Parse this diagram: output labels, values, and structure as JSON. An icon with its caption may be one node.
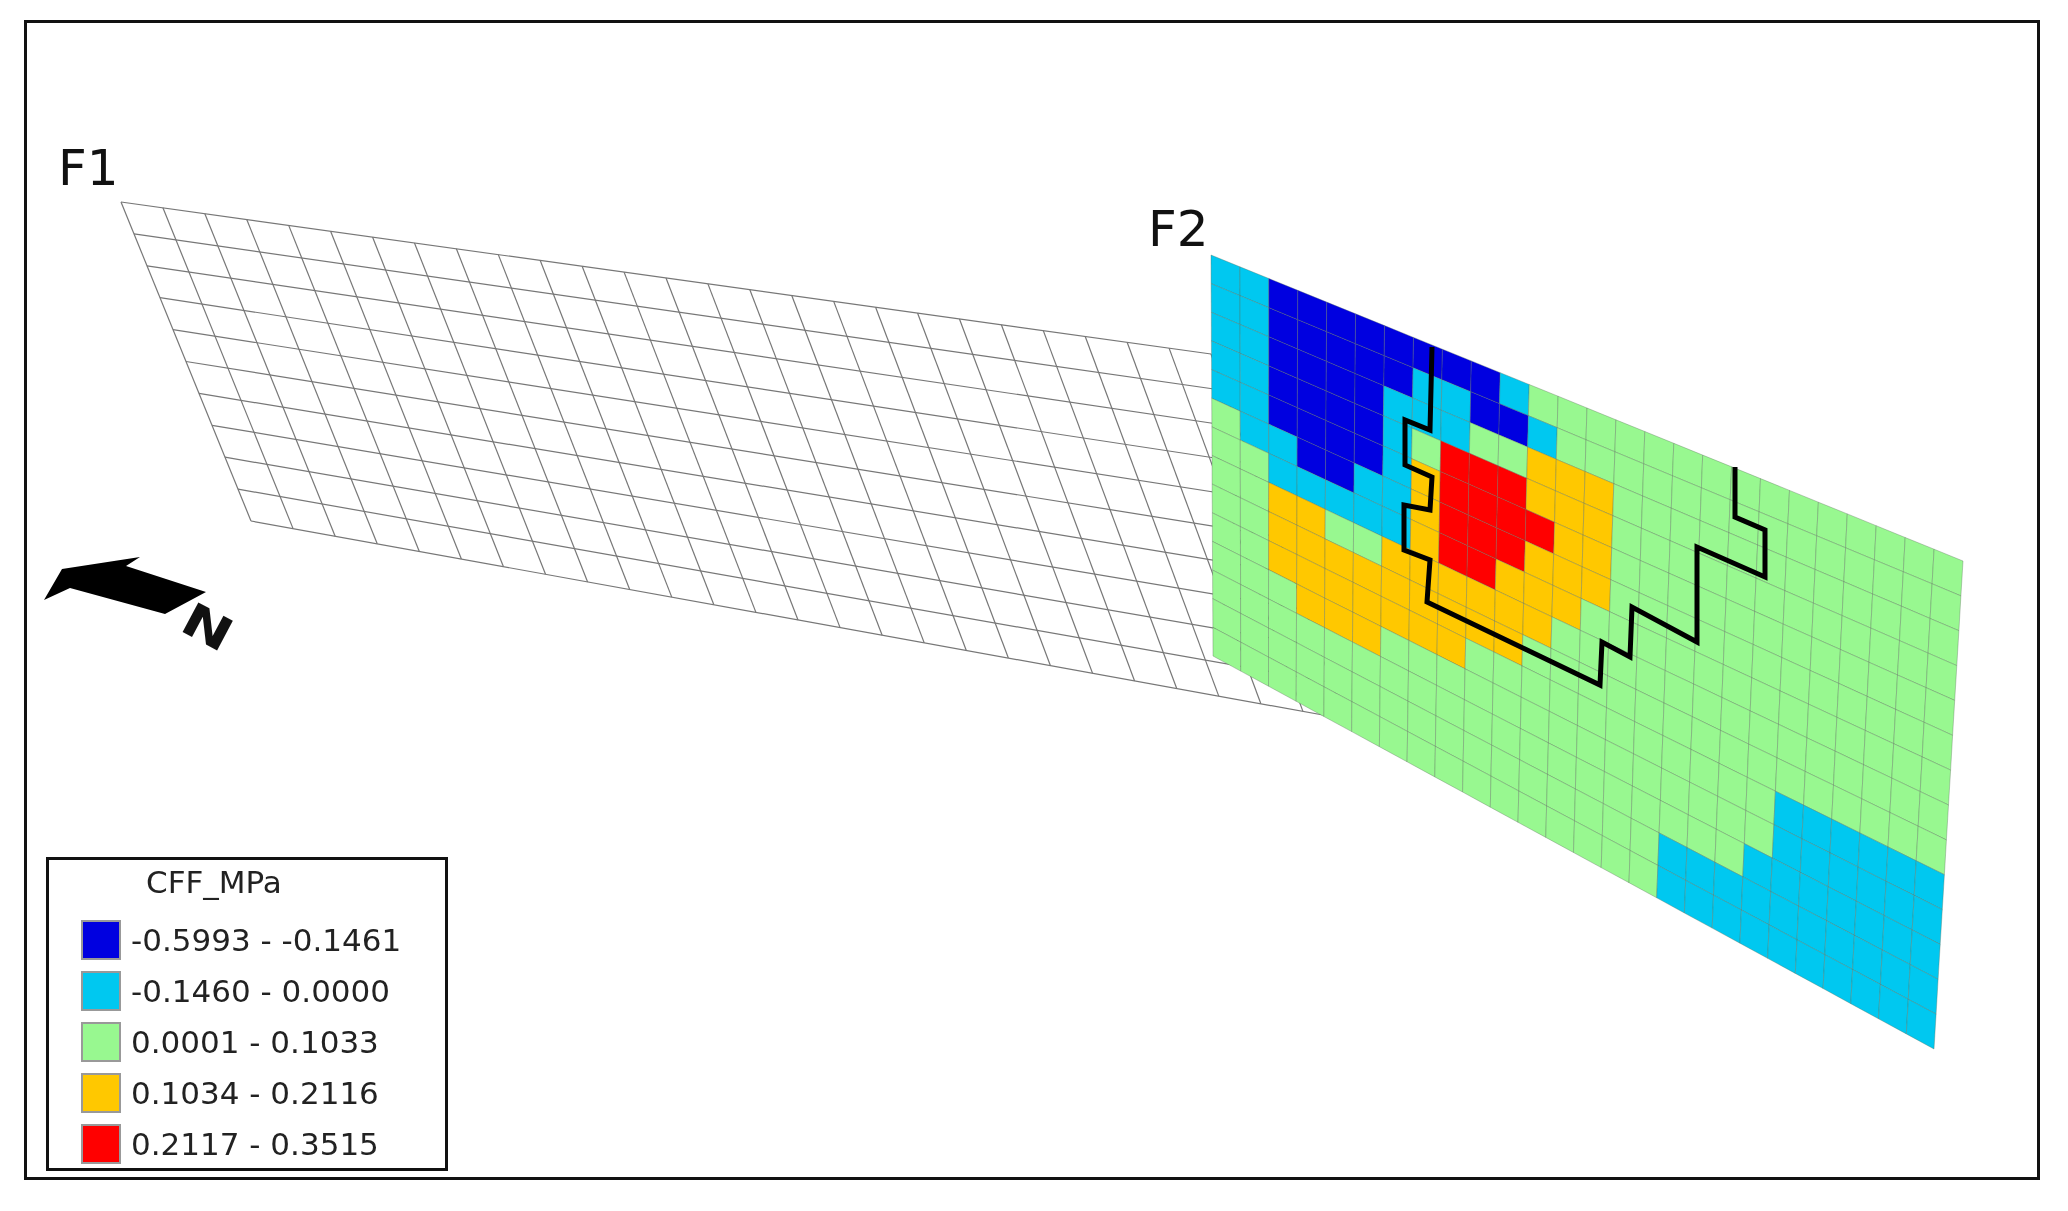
{
  "diagram": {
    "labels": [
      "F1",
      "F2",
      "N",
      "CFF_MPa"
    ],
    "legend": [
      {
        "text": "-0.5993 - -0.1461",
        "color": "#0000e0"
      },
      {
        "text": "-0.1460 - 0.0000",
        "color": "#00c8f0"
      },
      {
        "text": "0.0001 - 0.1033",
        "color": "#98f890"
      },
      {
        "text": "0.1034 - 0.2116",
        "color": "#ffc800"
      },
      {
        "text": "0.2117 - 0.3515",
        "color": "#ff0000"
      }
    ]
  }
}
